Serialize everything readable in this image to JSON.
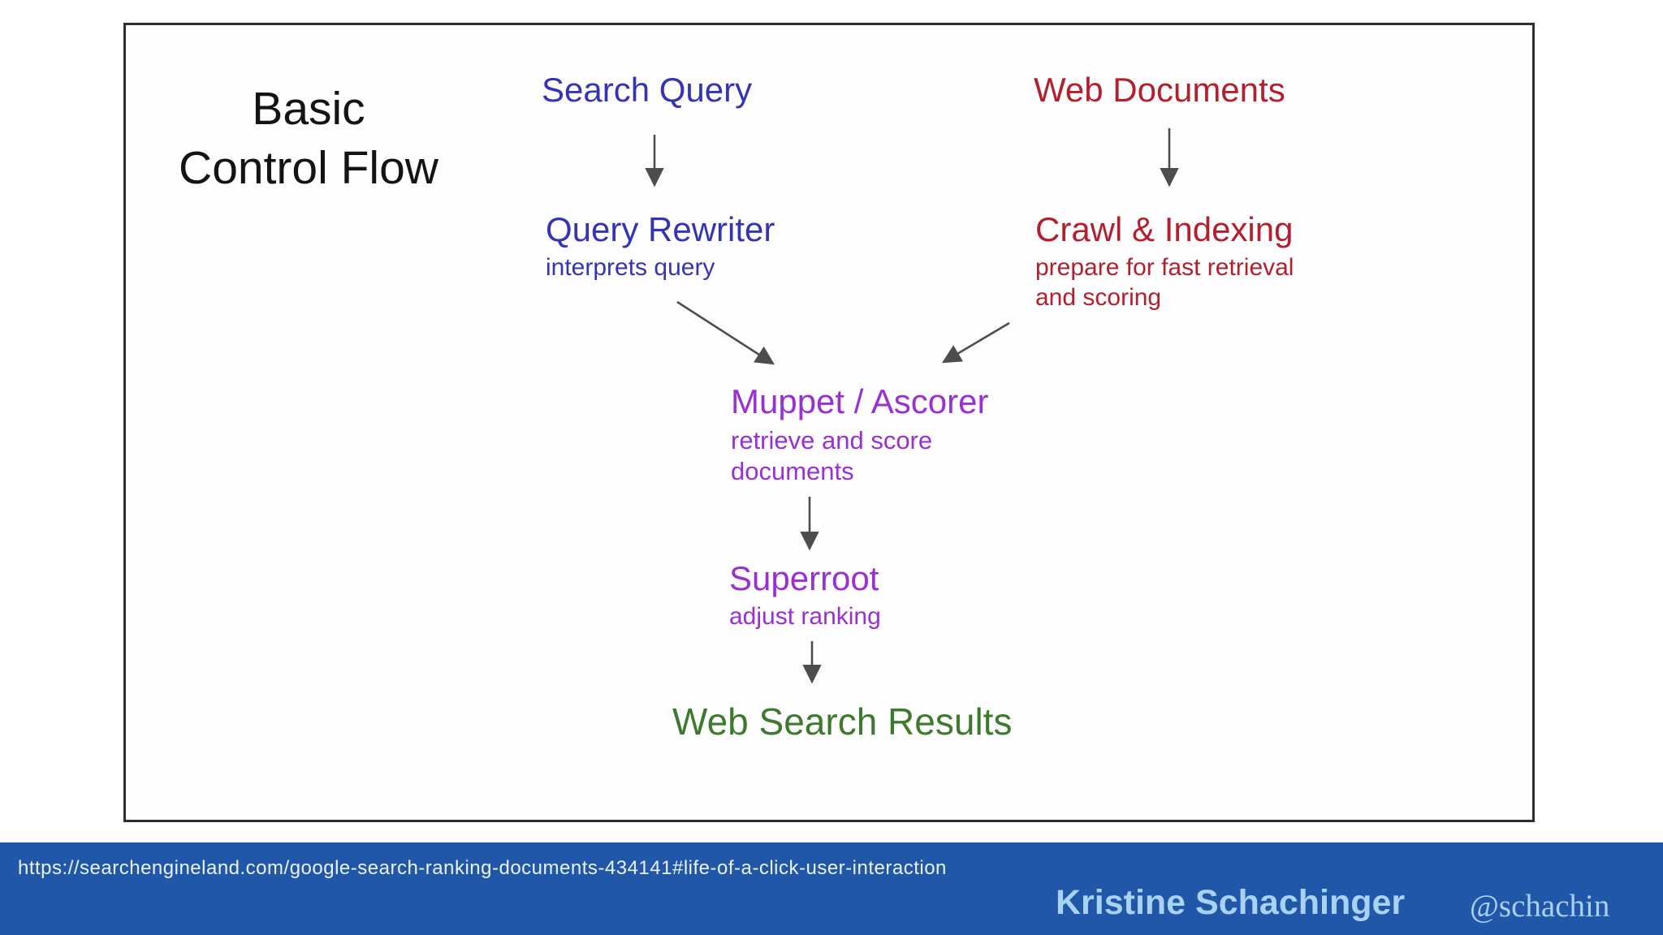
{
  "slide": {
    "title": "Basic\nControl Flow",
    "nodes": {
      "search_query": {
        "label": "Search Query",
        "color": "#3434b4"
      },
      "web_documents": {
        "label": "Web Documents",
        "color": "#b41f2e"
      },
      "query_rewriter": {
        "label": "Query Rewriter",
        "subtitle": "interprets query",
        "color": "#3434b4"
      },
      "crawl_indexing": {
        "label": "Crawl & Indexing",
        "subtitle": "prepare for fast retrieval\nand scoring",
        "color": "#b41f2e"
      },
      "muppet_ascorer": {
        "label": "Muppet / Ascorer",
        "subtitle": "retrieve and score\ndocuments",
        "color": "#9a30d4"
      },
      "superroot": {
        "label": "Superroot",
        "subtitle": "adjust ranking",
        "color": "#9a30d4"
      },
      "web_search_results": {
        "label": "Web Search Results",
        "color": "#3d7a2e"
      }
    },
    "edges": [
      {
        "from": "search_query",
        "to": "query_rewriter"
      },
      {
        "from": "web_documents",
        "to": "crawl_indexing"
      },
      {
        "from": "query_rewriter",
        "to": "muppet_ascorer"
      },
      {
        "from": "crawl_indexing",
        "to": "muppet_ascorer"
      },
      {
        "from": "muppet_ascorer",
        "to": "superroot"
      },
      {
        "from": "superroot",
        "to": "web_search_results"
      }
    ],
    "arrow_color": "#4d4d4d"
  },
  "footer": {
    "url": "https://searchengineland.com/google-search-ranking-documents-434141#life-of-a-click-user-interaction",
    "author": "Kristine Schachinger",
    "handle": "@schachin",
    "bar_color": "#2057a8",
    "text_color": "#a9d1f1"
  }
}
